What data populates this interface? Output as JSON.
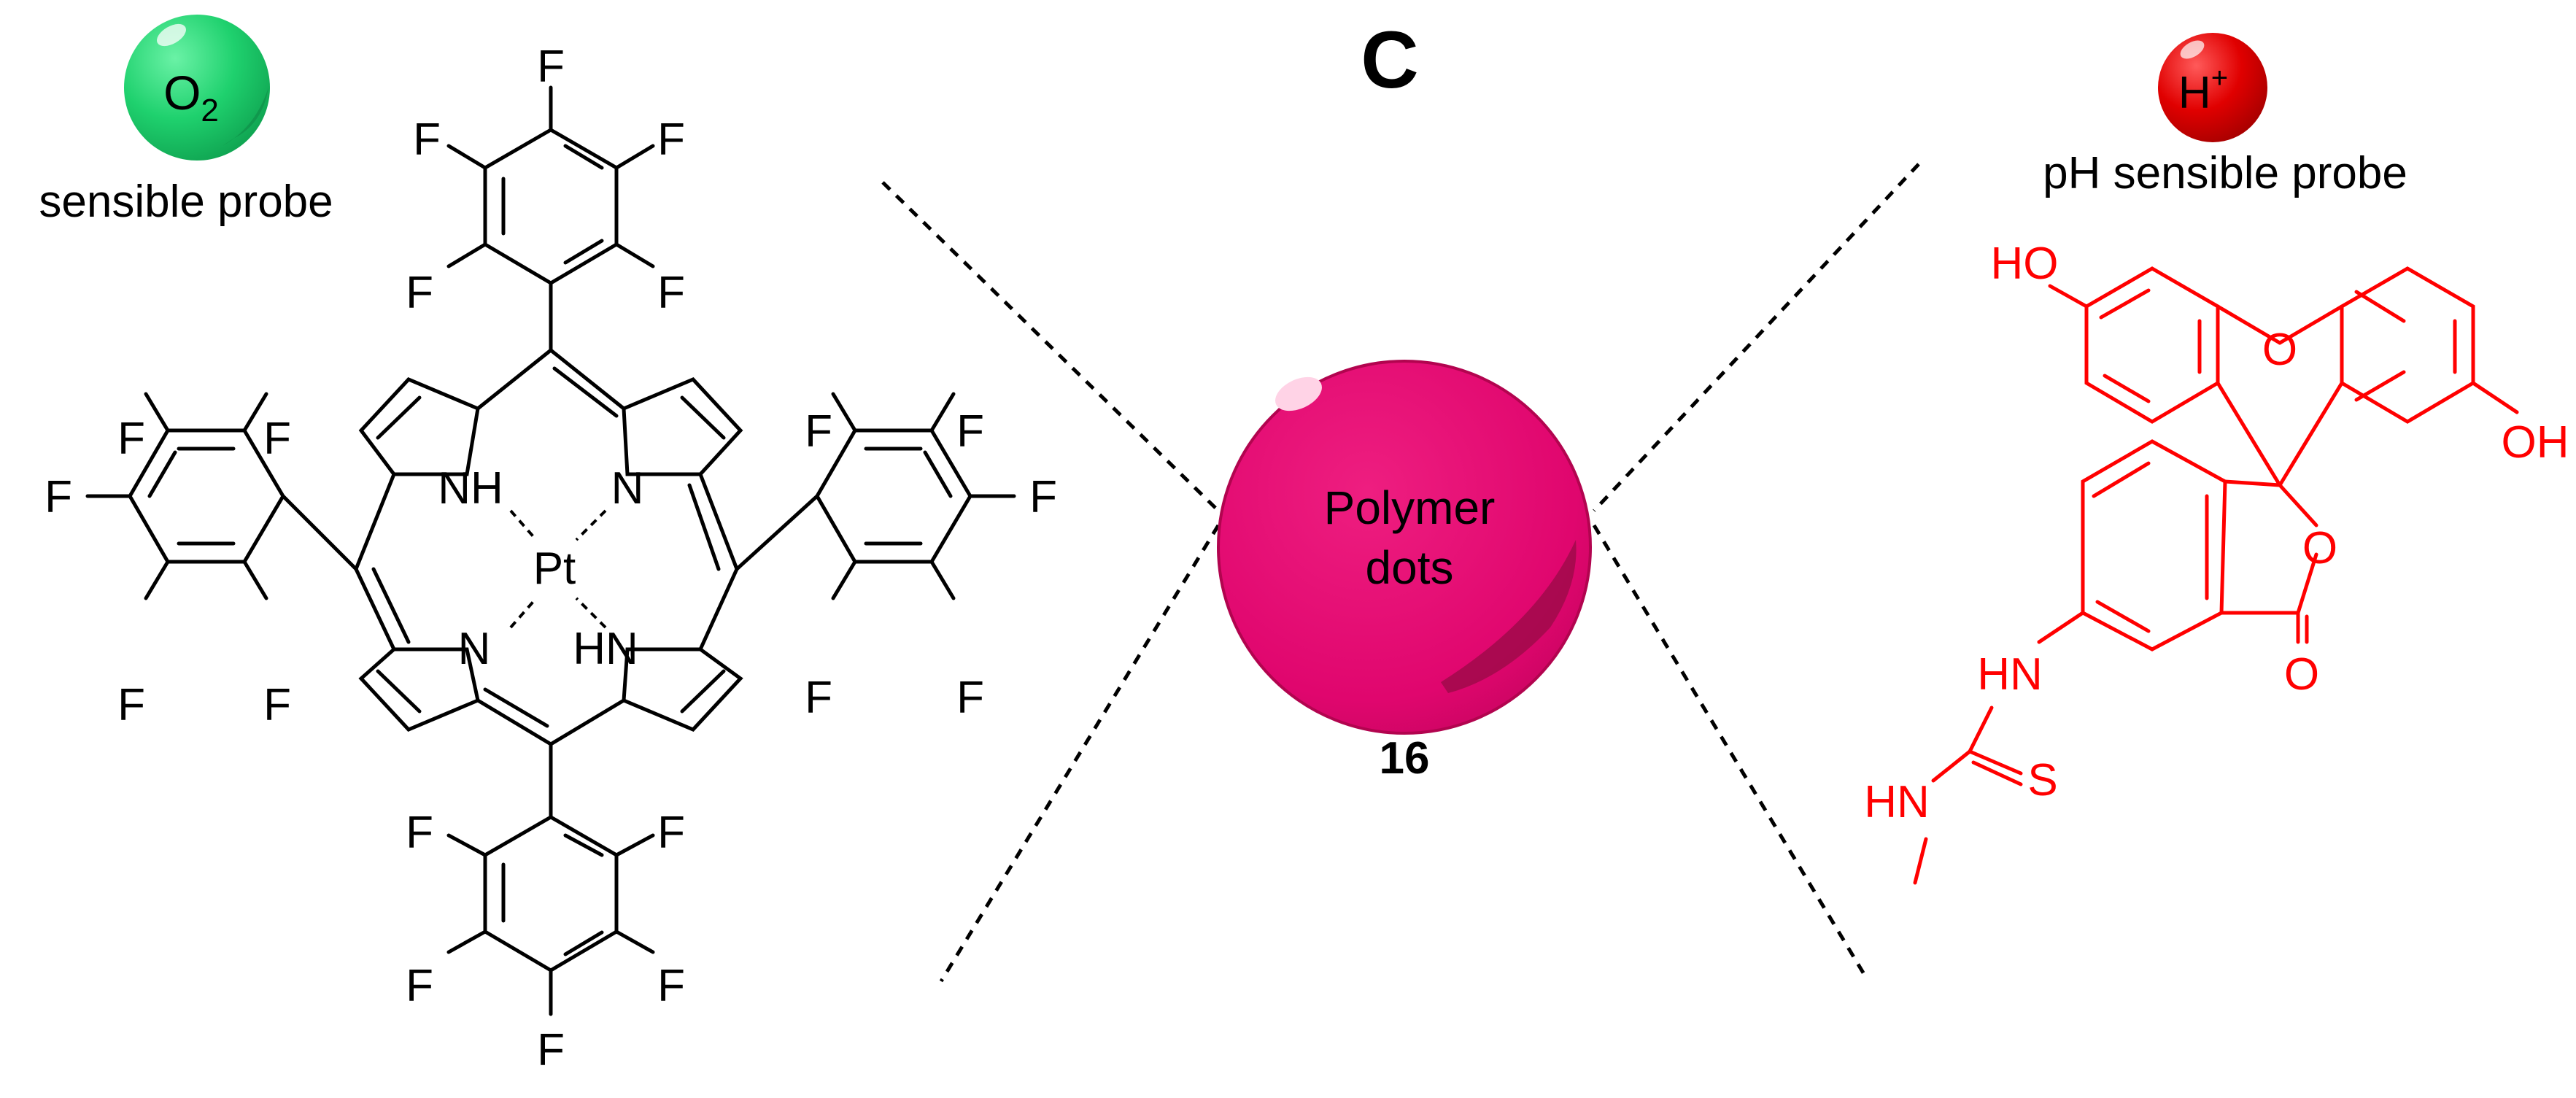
{
  "panel": {
    "letter": "C"
  },
  "oxygen_probe": {
    "badge": "O",
    "badge_subscript": "2",
    "caption": "sensible probe",
    "color": "#1fd16e"
  },
  "ph_probe": {
    "badge": "H",
    "badge_superscript": "+",
    "caption": "pH sensible probe",
    "color": "#e00000"
  },
  "polymer_dot": {
    "label_line1": "Polymer",
    "label_line2": "dots",
    "compound_number": "16",
    "color": "#e0066e"
  },
  "porphyrin": {
    "metal": "Pt",
    "inner_atoms": [
      "NH",
      "N",
      "N",
      "HN"
    ],
    "substituent": "F",
    "color": "#000000"
  },
  "fluorescein": {
    "hydroxyl_left": "HO",
    "hydroxyl_right": "OH",
    "ring_oxygen": "O",
    "lactone_oxygen": "O",
    "carbonyl_oxygen": "O",
    "amine_1": "HN",
    "amine_2": "HN",
    "sulfur": "S",
    "color": "#ff0000"
  }
}
